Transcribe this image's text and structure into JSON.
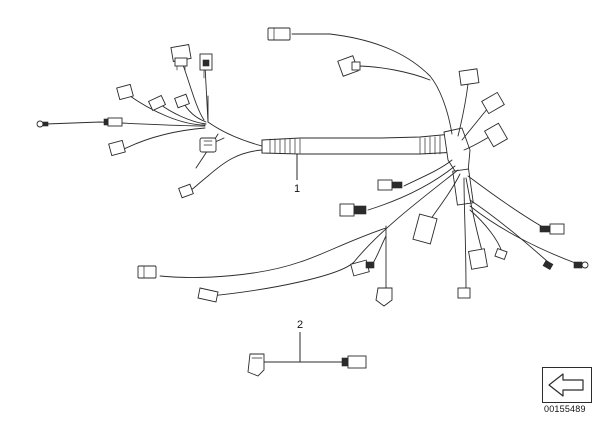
{
  "diagram": {
    "callouts": {
      "part_1": "1",
      "part_2": "2"
    },
    "image_code": "00155489",
    "icons": {
      "nav_arrow": "left-arrow-icon"
    }
  }
}
